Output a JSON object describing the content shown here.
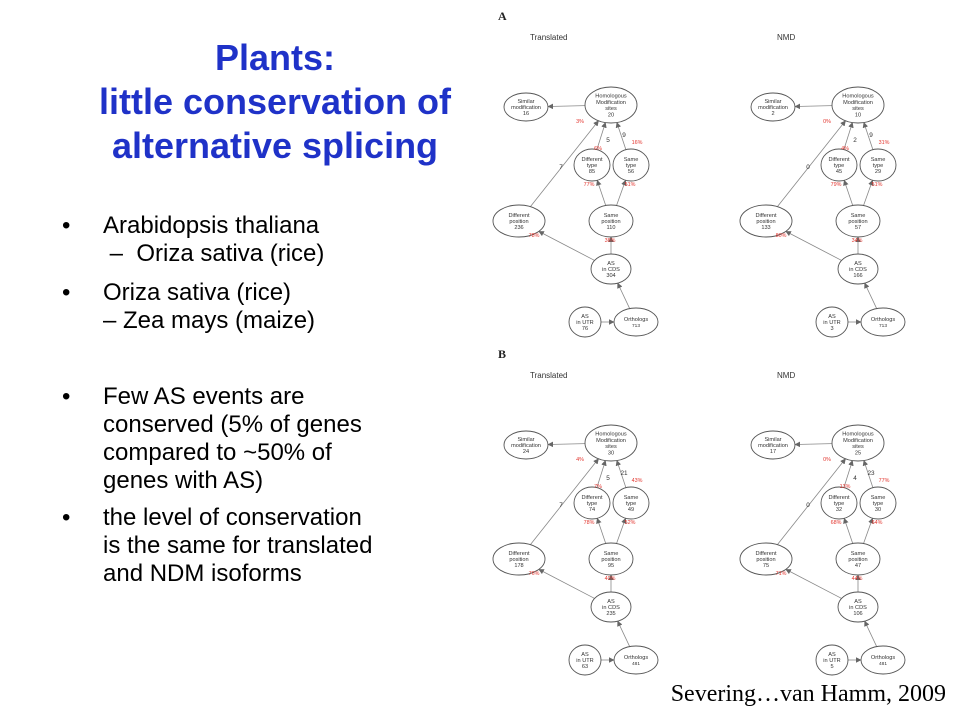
{
  "slide": {
    "title_lines": [
      "Plants:",
      "little conservation of",
      "alternative splicing"
    ],
    "bullets": [
      {
        "line1": "Arabidopsis thaliana",
        "line2": " –  Oriza sativa (rice)"
      },
      {
        "line1": "Oriza sativa (rice)",
        "line2": "– Zea mays (maize)"
      },
      {
        "line1": "Few AS events are",
        "line2": "conserved (5% of genes",
        "line3": "compared to ~50% of",
        "line4": "genes with AS)"
      },
      {
        "line1": "the level of conservation",
        "line2": "is the same for translated",
        "line3": "and NDM isoforms"
      }
    ],
    "citation": "Severing…van Hamm, 2009",
    "colors": {
      "title": "#1f32c8",
      "percent": "#e2332c"
    }
  },
  "figure": {
    "sections": [
      {
        "label": "A",
        "panels": [
          {
            "title": "Translated",
            "nodes": {
              "similar": {
                "label": [
                  "Similar",
                  "modification"
                ],
                "value": "16"
              },
              "homologous": {
                "label": [
                  "Homologous",
                  "Modification",
                  "sites"
                ],
                "value": "20"
              },
              "diff_type": {
                "label": [
                  "Different",
                  "type"
                ],
                "value": "85"
              },
              "same_type": {
                "label": [
                  "Same",
                  "type"
                ],
                "value": "56"
              },
              "diff_pos": {
                "label": [
                  "Different",
                  "position"
                ],
                "value": "236"
              },
              "same_pos": {
                "label": [
                  "Same",
                  "position"
                ],
                "value": "110"
              },
              "cds": {
                "label": [
                  "AS",
                  "in CDS"
                ],
                "value": "304"
              },
              "utr": {
                "label": [
                  "AS",
                  "in UTR"
                ],
                "value": "76"
              },
              "orthologs": {
                "label": [
                  "Orthologs"
                ],
                "value": "713"
              }
            },
            "edge_counts": {
              "to_similar": "7",
              "to_diff_type": "5",
              "to_same_type": "9"
            },
            "percents": {
              "hom_to_similar": "3%",
              "diff_type_to_hom": "6%",
              "same_type_to_hom": "16%",
              "diff_type_in": "77%",
              "same_type_in": "51%",
              "diff_pos_in": "78%",
              "same_pos_in": "36%"
            }
          },
          {
            "title": "NMD",
            "nodes": {
              "similar": {
                "label": [
                  "Similar",
                  "modification"
                ],
                "value": "2"
              },
              "homologous": {
                "label": [
                  "Homologous",
                  "Modification",
                  "sites"
                ],
                "value": "10"
              },
              "diff_type": {
                "label": [
                  "Different",
                  "type"
                ],
                "value": "45"
              },
              "same_type": {
                "label": [
                  "Same",
                  "type"
                ],
                "value": "29"
              },
              "diff_pos": {
                "label": [
                  "Different",
                  "position"
                ],
                "value": "133"
              },
              "same_pos": {
                "label": [
                  "Same",
                  "position"
                ],
                "value": "57"
              },
              "cds": {
                "label": [
                  "AS",
                  "in CDS"
                ],
                "value": "166"
              },
              "utr": {
                "label": [
                  "AS",
                  "in UTR"
                ],
                "value": "3"
              },
              "orthologs": {
                "label": [
                  "Orthologs"
                ],
                "value": "713"
              }
            },
            "edge_counts": {
              "to_similar": "0",
              "to_diff_type": "2",
              "to_same_type": "9"
            },
            "percents": {
              "hom_to_similar": "0%",
              "diff_type_to_hom": "4%",
              "same_type_to_hom": "31%",
              "diff_type_in": "79%",
              "same_type_in": "51%",
              "diff_pos_in": "80%",
              "same_pos_in": "34%"
            }
          }
        ]
      },
      {
        "label": "B",
        "panels": [
          {
            "title": "Translated",
            "nodes": {
              "similar": {
                "label": [
                  "Similar",
                  "modification"
                ],
                "value": "24"
              },
              "homologous": {
                "label": [
                  "Homologous",
                  "Modification",
                  "sites"
                ],
                "value": "30"
              },
              "diff_type": {
                "label": [
                  "Different",
                  "type"
                ],
                "value": "74"
              },
              "same_type": {
                "label": [
                  "Same",
                  "type"
                ],
                "value": "49"
              },
              "diff_pos": {
                "label": [
                  "Different",
                  "position"
                ],
                "value": "178"
              },
              "same_pos": {
                "label": [
                  "Same",
                  "position"
                ],
                "value": "95"
              },
              "cds": {
                "label": [
                  "AS",
                  "in CDS"
                ],
                "value": "235"
              },
              "utr": {
                "label": [
                  "AS",
                  "in UTR"
                ],
                "value": "63"
              },
              "orthologs": {
                "label": [
                  "Orthologs"
                ],
                "value": "481"
              }
            },
            "edge_counts": {
              "to_similar": "7",
              "to_diff_type": "5",
              "to_same_type": "21"
            },
            "percents": {
              "hom_to_similar": "4%",
              "diff_type_to_hom": "7%",
              "same_type_to_hom": "43%",
              "diff_type_in": "78%",
              "same_type_in": "52%",
              "diff_pos_in": "76%",
              "same_pos_in": "40%"
            }
          },
          {
            "title": "NMD",
            "nodes": {
              "similar": {
                "label": [
                  "Similar",
                  "modification"
                ],
                "value": "17"
              },
              "homologous": {
                "label": [
                  "Homologous",
                  "Modification",
                  "sites"
                ],
                "value": "25"
              },
              "diff_type": {
                "label": [
                  "Different",
                  "type"
                ],
                "value": "32"
              },
              "same_type": {
                "label": [
                  "Same",
                  "type"
                ],
                "value": "30"
              },
              "diff_pos": {
                "label": [
                  "Different",
                  "position"
                ],
                "value": "75"
              },
              "same_pos": {
                "label": [
                  "Same",
                  "position"
                ],
                "value": "47"
              },
              "cds": {
                "label": [
                  "AS",
                  "in CDS"
                ],
                "value": "106"
              },
              "utr": {
                "label": [
                  "AS",
                  "in UTR"
                ],
                "value": "5"
              },
              "orthologs": {
                "label": [
                  "Orthologs"
                ],
                "value": "481"
              }
            },
            "edge_counts": {
              "to_similar": "0",
              "to_diff_type": "4",
              "to_same_type": "23"
            },
            "percents": {
              "hom_to_similar": "0%",
              "diff_type_to_hom": "13%",
              "same_type_to_hom": "77%",
              "diff_type_in": "68%",
              "same_type_in": "64%",
              "diff_pos_in": "71%",
              "same_pos_in": "44%"
            }
          }
        ]
      }
    ]
  }
}
